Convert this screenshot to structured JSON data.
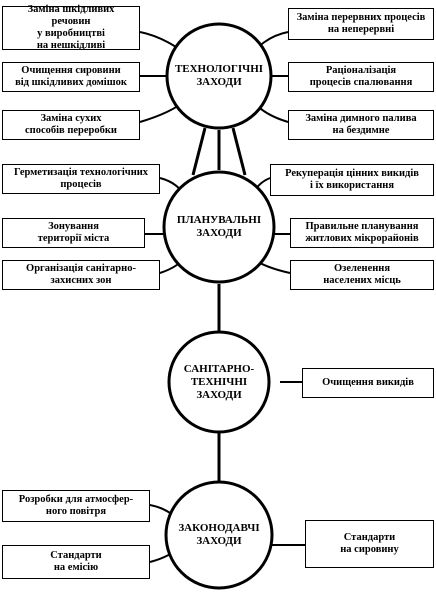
{
  "centers": [
    {
      "id": "tech",
      "label": "ТЕХНОЛОГІЧНІ\nЗАХОДИ"
    },
    {
      "id": "plan",
      "label": "ПЛАНУВАЛЬНІ\nЗАХОДИ"
    },
    {
      "id": "sanit",
      "label": "САНІТАРНО-\nТЕХНІЧНІ ЗАХОДИ"
    },
    {
      "id": "legal",
      "label": "ЗАКОНОДАВЧІ\nЗАХОДИ"
    }
  ],
  "tech": {
    "left": [
      "Заміна шкідливих речовин\nу виробництві\nна нешкідливі",
      "Очищення сировини\nвід шкідливих домішок",
      "Заміна сухих\nспособів переробки"
    ],
    "right": [
      "Заміна перервних процесів\nна неперервні",
      "Раціоналізація\nпроцесів спалювання",
      "Заміна димного палива\nна бездимне"
    ]
  },
  "plan": {
    "left": [
      "Герметизація технологічних\nпроцесів",
      "Зонування\nтериторії міста",
      "Організація санітарно-\nзахисних зон"
    ],
    "right": [
      "Рекуперація цінних викидів\nі їх використання",
      "Правильне планування\nжитлових мікрорайонів",
      "Озеленення\nнаселених місць"
    ]
  },
  "sanit": {
    "right": [
      "Очищення викидів"
    ]
  },
  "legal": {
    "left": [
      "Розробки для атмосфер-\nного повітря",
      "Стандарти\nна емісію"
    ],
    "right": [
      "Стандарти\nна сировину"
    ]
  }
}
